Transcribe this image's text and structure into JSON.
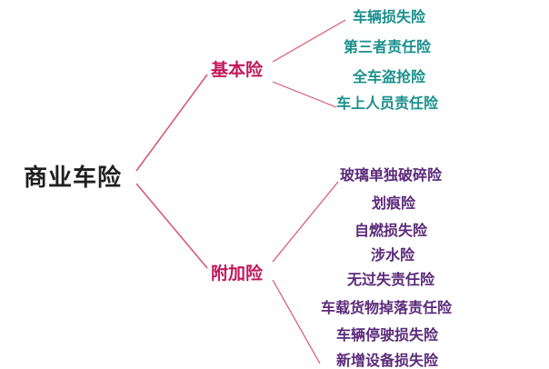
{
  "root": "商业车险",
  "branches": [
    {
      "label": "基本险",
      "items": [
        "车辆损失险",
        "第三者责任险",
        "全车盗抢险",
        "车上人员责任险"
      ]
    },
    {
      "label": "附加险",
      "items": [
        "玻璃单独破碎险",
        "划痕险",
        "自燃损失险",
        "涉水险",
        "无过失责任险",
        "车载货物掉落责任险",
        "车辆停驶损失险",
        "新增设备损失险"
      ]
    }
  ],
  "colors": {
    "root_text": "#1f1f1f",
    "branch_text": "#c2185b",
    "basic_items_text": "#1a8f8c",
    "addon_items_text": "#5b2a7a",
    "connector_line": "#d9536e"
  }
}
